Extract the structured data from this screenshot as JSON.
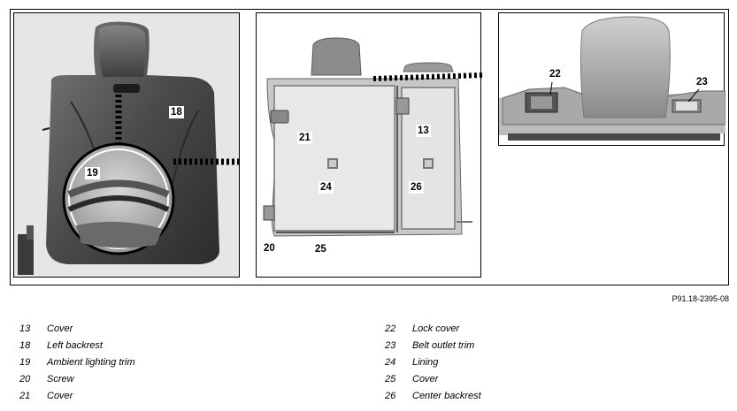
{
  "figure": {
    "ref_code": "P91.18-2395-08",
    "callouts": {
      "c18": "18",
      "c19": "19",
      "c20": "20",
      "c21": "21",
      "c22": "22",
      "c23": "23",
      "c24": "24",
      "c25": "25",
      "c26": "26",
      "c13": "13"
    }
  },
  "legend": {
    "left": [
      {
        "num": "13",
        "label": "Cover"
      },
      {
        "num": "18",
        "label": "Left backrest"
      },
      {
        "num": "19",
        "label": "Ambient lighting trim"
      },
      {
        "num": "20",
        "label": "Screw"
      },
      {
        "num": "21",
        "label": "Cover"
      }
    ],
    "right": [
      {
        "num": "22",
        "label": "Lock cover"
      },
      {
        "num": "23",
        "label": "Belt outlet trim"
      },
      {
        "num": "24",
        "label": "Lining"
      },
      {
        "num": "25",
        "label": "Cover"
      },
      {
        "num": "26",
        "label": "Center backrest"
      }
    ]
  }
}
